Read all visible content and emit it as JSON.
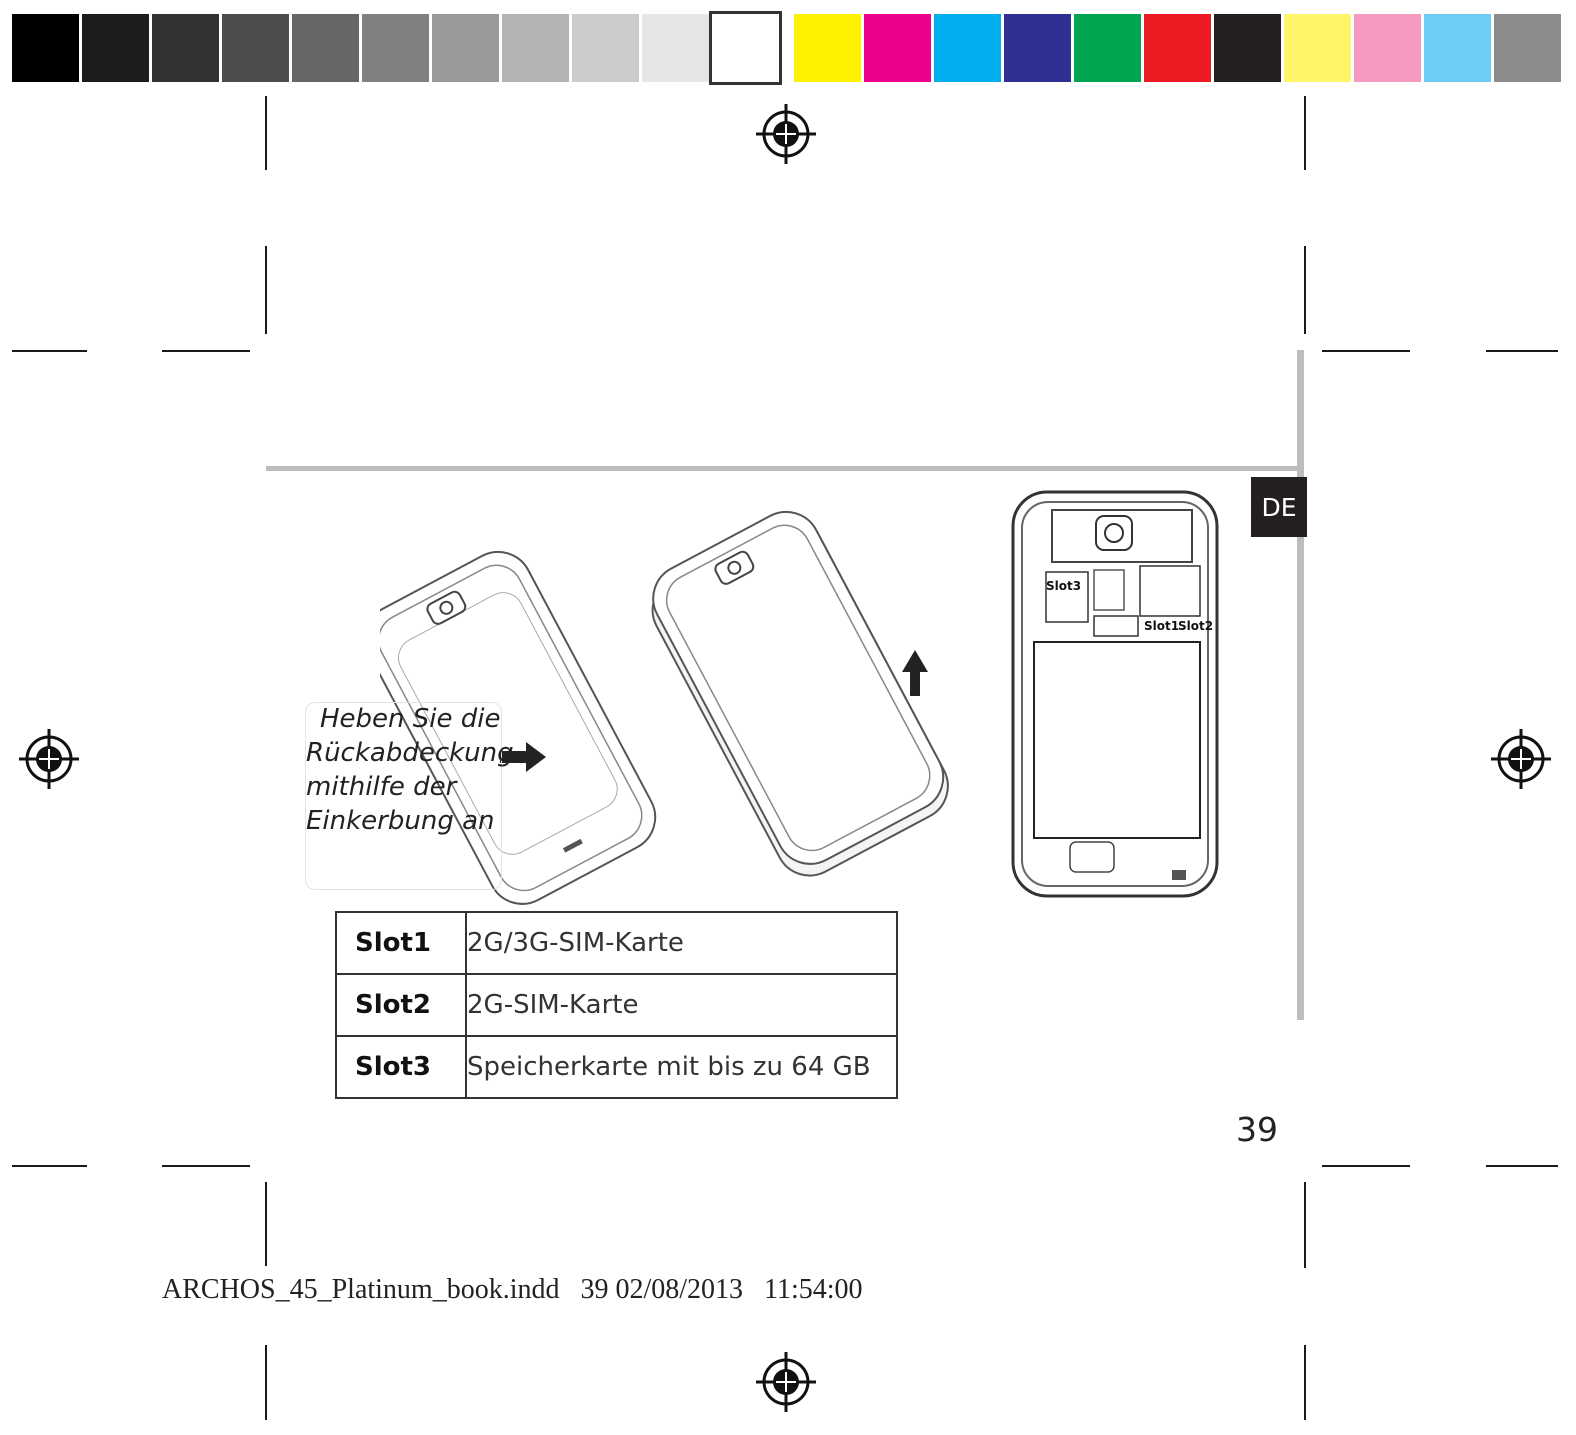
{
  "color_bar": {
    "grays": [
      "#000000",
      "#1c1c1c",
      "#333333",
      "#4d4d4d",
      "#666666",
      "#808080",
      "#999999",
      "#b3b3b3",
      "#cccccc",
      "#e6e6e6",
      "#ffffff"
    ],
    "colors": [
      "#fff200",
      "#ec008c",
      "#00aeef",
      "#2e3192",
      "#00a651",
      "#ed1c24",
      "#231f20",
      "#fff568",
      "#f49ac1",
      "#6dcff6",
      "#8c8c8c"
    ]
  },
  "language_tab": "DE",
  "callout": {
    "lines": [
      "Heben Sie die",
      "Rückabdeckung",
      "mithilfe der",
      "Einkerbung an"
    ]
  },
  "diagram_labels": {
    "slot3": "Slot3",
    "slot1": "Slot1",
    "slot2": "Slot2"
  },
  "slot_table": [
    {
      "name": "Slot1",
      "description": "2G/3G-SIM-Karte"
    },
    {
      "name": "Slot2",
      "description": "2G-SIM-Karte"
    },
    {
      "name": "Slot3",
      "description": "Speicherkarte mit bis zu 64 GB"
    }
  ],
  "page_number": "39",
  "footer": "ARCHOS_45_Platinum_book.indd   39 02/08/2013   11:54:00"
}
